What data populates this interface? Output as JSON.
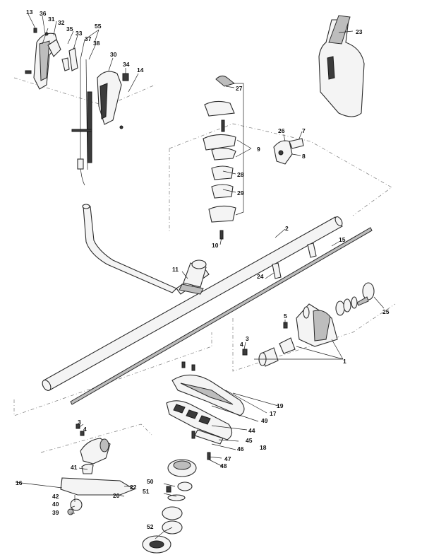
{
  "diagram": {
    "labels": {
      "p1": "1",
      "p2": "2",
      "p3a": "3",
      "p3b": "3",
      "p4a": "4",
      "p4b": "4",
      "p5": "5",
      "p7": "7",
      "p8": "8",
      "p9": "9",
      "p10": "10",
      "p11": "11",
      "p13": "13",
      "p14": "14",
      "p15": "15",
      "p16": "16",
      "p17": "17",
      "p18": "18",
      "p19": "19",
      "p20": "20",
      "p22": "22",
      "p23": "23",
      "p24": "24",
      "p25": "25",
      "p26": "26",
      "p27": "27",
      "p28": "28",
      "p29": "29",
      "p30": "30",
      "p31": "31",
      "p32": "32",
      "p33": "33",
      "p34": "34",
      "p35": "35",
      "p36": "36",
      "p37": "37",
      "p38": "38",
      "p39": "39",
      "p40": "40",
      "p41": "41",
      "p42": "42",
      "p44": "44",
      "p45": "45",
      "p46": "46",
      "p47": "47",
      "p48": "48",
      "p49": "49",
      "p50": "50",
      "p51": "51",
      "p52": "52",
      "p55": "55"
    }
  }
}
